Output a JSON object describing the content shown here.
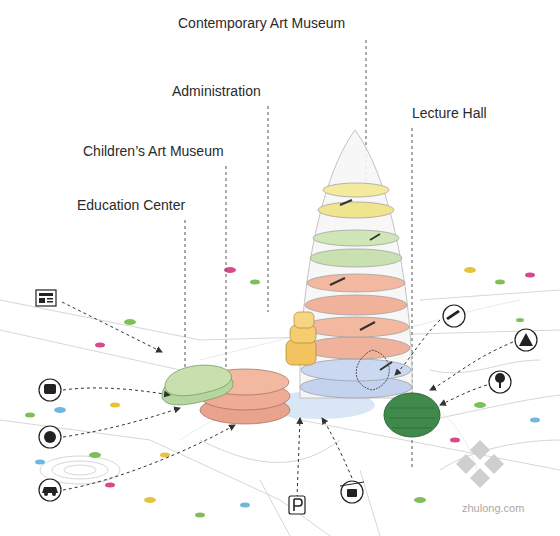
{
  "diagram": {
    "labels": [
      "Contemporary Art Museum",
      "Administration",
      "Lecture Hall",
      "Children’s Art Museum",
      "Education Center",
      "zhulong.com"
    ]
  }
}
